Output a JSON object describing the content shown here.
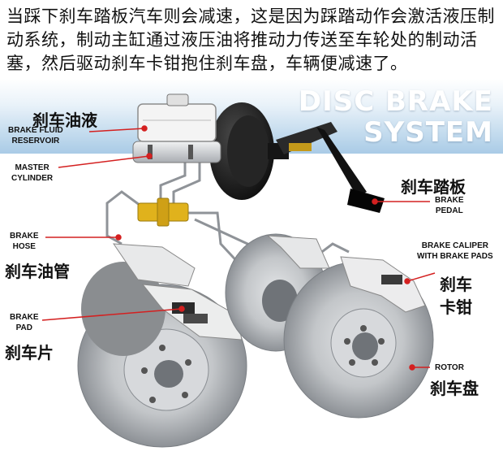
{
  "intro_text": "当踩下刹车踏板汽车则会减速，这是因为踩踏动作会激活液压制动系统，制动主缸通过液压油将推动力传送至车轮处的制动活塞，然后驱动刹车卡钳抱住刹车盘，车辆便减速了。",
  "title": {
    "line1": "DISC BRAKE",
    "line2": "SYSTEM"
  },
  "labels": {
    "reservoir": {
      "cn": "刹车油液",
      "en_line1": "BRAKE FLUID",
      "en_line2": "RESERVOIR"
    },
    "master_cylinder": {
      "en_line1": "MASTER",
      "en_line2": "CYLINDER"
    },
    "pedal": {
      "cn": "刹车踏板",
      "en_line1": "BRAKE",
      "en_line2": "PEDAL"
    },
    "hose": {
      "en_line1": "BRAKE",
      "en_line2": "HOSE",
      "cn": "刹车油管"
    },
    "caliper": {
      "en_line1": "BRAKE CALIPER",
      "en_line2": "WITH BRAKE PADS",
      "cn_line1": "刹车",
      "cn_line2": "卡钳"
    },
    "pad": {
      "en_line1": "BRAKE",
      "en_line2": "PAD",
      "cn": "刹车片"
    },
    "rotor": {
      "en": "ROTOR",
      "cn": "刹车盘"
    }
  },
  "colors": {
    "leader_line": "#d42020",
    "title_band": "#a9cbe6",
    "brass": "#e0b21c",
    "rotor": "#b9bcc0"
  }
}
